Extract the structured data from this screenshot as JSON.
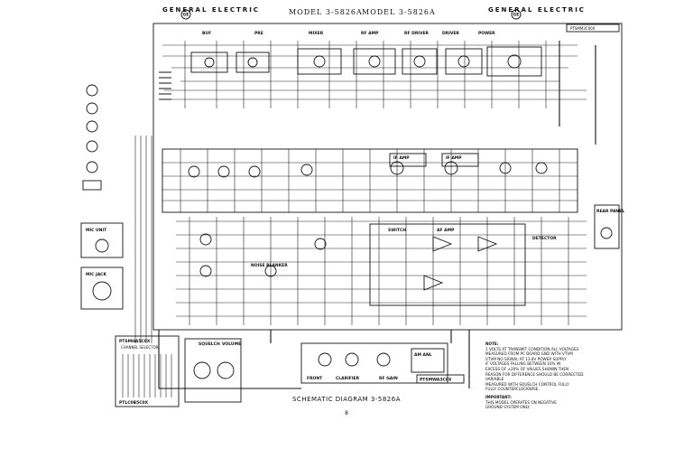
{
  "header": {
    "brand_left": "GENERAL ELECTRIC",
    "brand_right": "GENERAL ELECTRIC",
    "logo": "GE",
    "model_1": "MODEL 3-5826A",
    "model_2": "MODEL 3-5826A",
    "part_box": "PTSMM3C00X"
  },
  "stage_labels": [
    "BUF",
    "PRE",
    "MIXER",
    "RF AMP",
    "RF DRIVER",
    "DRIVER",
    "POWER"
  ],
  "blocks": {
    "mic_unit": "MIC UNIT",
    "mic_jack": "MIC JACK",
    "rear_panel": "REAR PANEL",
    "channel_selector": "CHANNEL SELECTOR",
    "channel_part": "PTSMHA5C0X",
    "channel_part_2": "PTLC0B5C0X",
    "squelch": "SQUELCH",
    "volume": "VOLUME",
    "front": "FRONT",
    "clarifier": "CLARIFIER",
    "rf_gain": "RF GAIN",
    "rb_part": "PTSMWA3C0X",
    "af_amp": "AF AMP",
    "if_amp": "IF AMP",
    "switch": "SWITCH",
    "noise_blanker": "NOISE BLANKER",
    "detector": "DETECTOR",
    "am_ana": "AM ANL"
  },
  "notes": {
    "title": "NOTE:",
    "items": [
      "1  VOLTS AT TRANSMIT CONDITION ALL VOLTAGES",
      "MEASURED FROM PC BOARD GND WITH VTVM",
      "VTVM NO SIGNAL AT 13.8V POWER SUPPLY",
      "IF VOLTAGES FALLING BETWEEN 10% IN",
      "EXCESS OF ±20% OF VALUES SHOWN THEN",
      "REASON FOR DIFFERENCE SHOULD BE CORRECTED.",
      "VARIABLE",
      "MEASURED WITH SQUELCH CONTROL FULLY",
      "FULLY COUNTERCLOCKWISE."
    ],
    "important_title": "IMPORTANT:",
    "important_lines": [
      "THIS MODEL OPERATES ON NEGATIVE",
      "GROUND SYSTEM ONLY."
    ]
  },
  "caption": "SCHEMATIC DIAGRAM 3-5826A",
  "page_number": "8"
}
